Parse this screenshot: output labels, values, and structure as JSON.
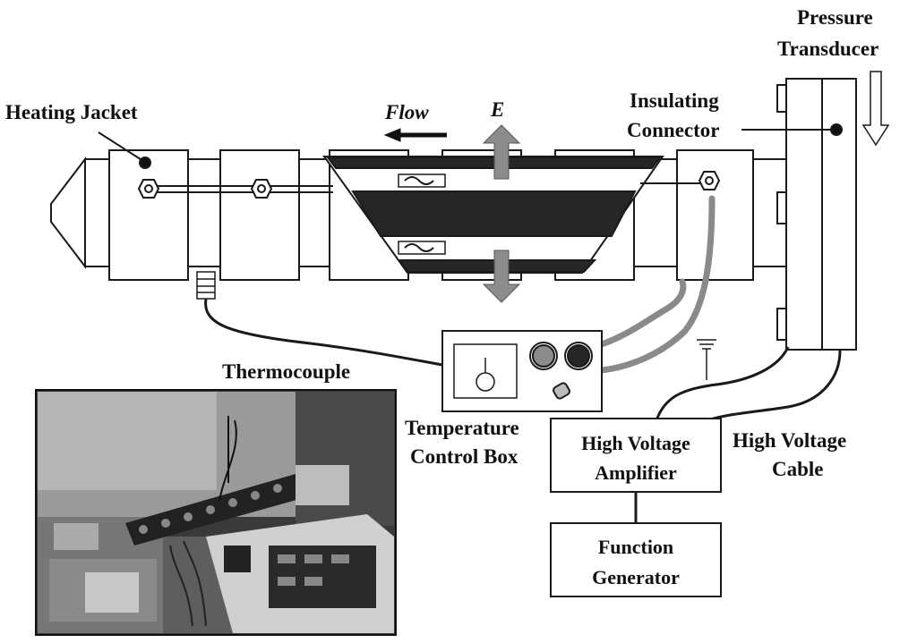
{
  "labels": {
    "heating_jacket": "Heating Jacket",
    "flow": "Flow",
    "e_field": "E",
    "insulating_connector_1": "Insulating",
    "insulating_connector_2": "Connector",
    "pressure_transducer_1": "Pressure",
    "pressure_transducer_2": "Transducer",
    "thermocouple": "Thermocouple",
    "temperature_control_box_1": "Temperature",
    "temperature_control_box_2": "Control Box",
    "high_voltage_amplifier_1": "High Voltage",
    "high_voltage_amplifier_2": "Amplifier",
    "high_voltage_cable_1": "High Voltage",
    "high_voltage_cable_2": "Cable",
    "function_generator_1": "Function",
    "function_generator_2": "Generator"
  },
  "colors": {
    "stroke": "#1a1a1a",
    "dark_band": "#262626",
    "cable_gray": "#8a8a8a",
    "arrow_gray": "#8c8c8c",
    "photo_dark": "#3a3a3a"
  },
  "photo": {
    "description_icon": "lab-apparatus-photo"
  }
}
